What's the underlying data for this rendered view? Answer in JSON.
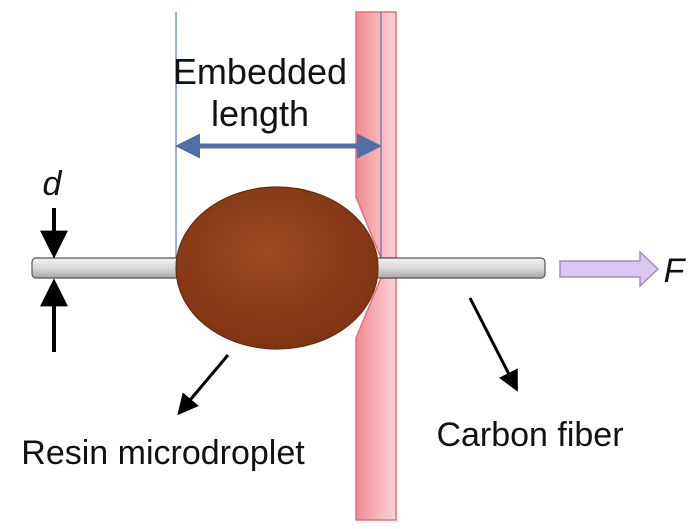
{
  "labels": {
    "embedded_line1": "Embedded",
    "embedded_line2": "length",
    "diameter": "d",
    "force": "F",
    "droplet": "Resin microdroplet",
    "fiber": "Carbon fiber"
  },
  "colors": {
    "droplet": "#8b3a17",
    "fiber": "#d9d9d9",
    "blade": "#f4a3a8",
    "dimension_arrow": "#4f6fa6",
    "guide_line": "#3a5fb0",
    "force_arrow": "#c9b3e6"
  }
}
